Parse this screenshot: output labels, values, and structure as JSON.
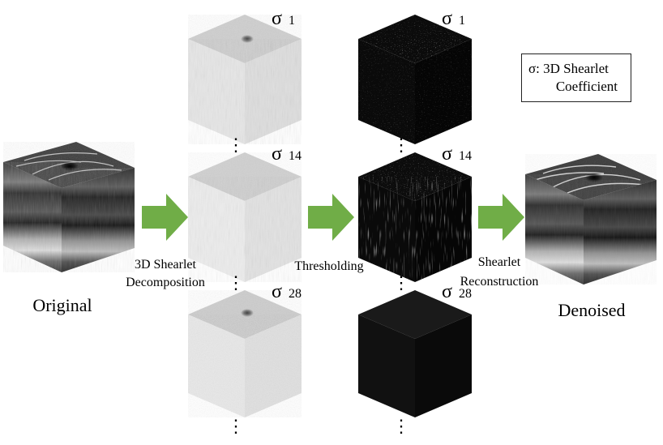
{
  "diagram": {
    "labels": {
      "original": "Original",
      "denoised": "Denoised",
      "step1_line1": "3D Shearlet",
      "step1_line2": "Decomposition",
      "step2": "Thresholding",
      "step3_line1": "Shearlet",
      "step3_line2": "Reconstruction",
      "sigma": "σ",
      "coeff_1": "1",
      "coeff_14": "14",
      "coeff_28": "28",
      "ellipsis": "⋮"
    },
    "legend": {
      "line1": "σ: 3D Shearlet",
      "line2": "Coefficient"
    },
    "colors": {
      "arrow": "#70ad47",
      "decomposed_cube": "#d8d8d8",
      "thresholded_cube": "#0a0a0a",
      "empty_cube": "#111111"
    }
  }
}
